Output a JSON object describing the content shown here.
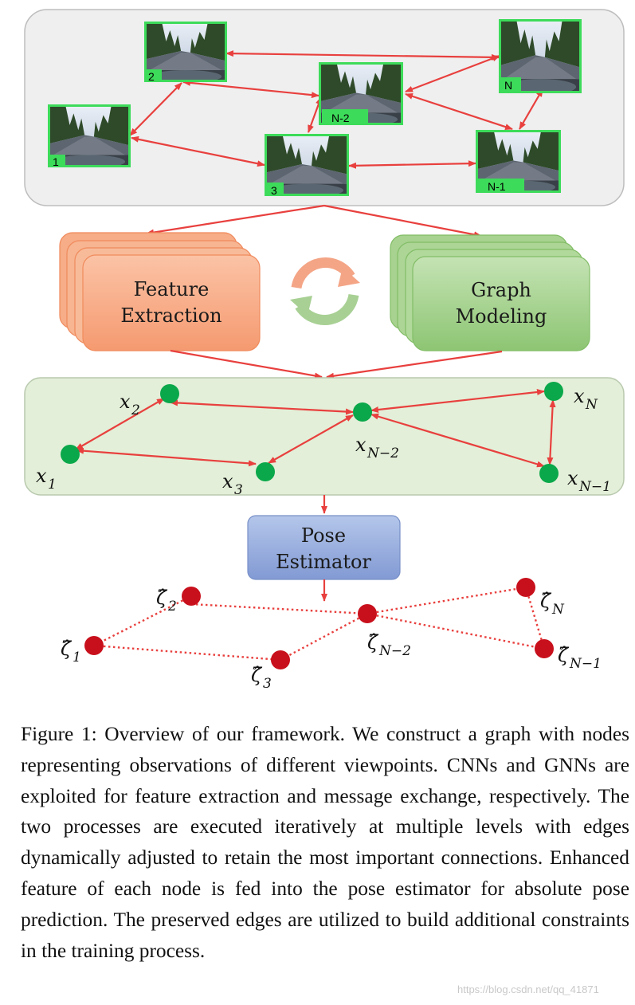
{
  "thumbnails": [
    {
      "id": "t2",
      "label": "2"
    },
    {
      "id": "t1",
      "label": "1"
    },
    {
      "id": "tN2",
      "label": "N-2"
    },
    {
      "id": "t3",
      "label": "3"
    },
    {
      "id": "tN",
      "label": "N"
    },
    {
      "id": "tN1",
      "label": "N-1"
    }
  ],
  "feature_extraction": {
    "line1": "Feature",
    "line2": "Extraction"
  },
  "graph_modeling": {
    "line1": "Graph",
    "line2": "Modeling"
  },
  "pose_estimator": {
    "line1": "Pose",
    "line2": "Estimator"
  },
  "feature_nodes": [
    {
      "base": "x",
      "sub": "2"
    },
    {
      "base": "x",
      "sub": "1"
    },
    {
      "base": "x",
      "sub": "3"
    },
    {
      "base": "x",
      "sub": "N−2"
    },
    {
      "base": "x",
      "sub": "N"
    },
    {
      "base": "x",
      "sub": "N−1"
    }
  ],
  "pose_nodes": [
    {
      "base": "ζ̂",
      "sub": "2"
    },
    {
      "base": "ζ̂",
      "sub": "1"
    },
    {
      "base": "ζ̂",
      "sub": "3"
    },
    {
      "base": "ζ̂",
      "sub": "N−2"
    },
    {
      "base": "ζ̂",
      "sub": "N"
    },
    {
      "base": "ζ̂",
      "sub": "N−1"
    }
  ],
  "caption": "Figure 1: Overview of our framework. We construct a graph with nodes representing observations of different viewpoints. CNNs and GNNs are exploited for feature extraction and message exchange, respectively. The two processes are executed iteratively at multiple levels with edges dynamically adjusted to retain the most important connections. Enhanced feature of each node is fed into the pose estimator for absolute pose prediction. The preserved edges are utilized to build additional constraints in the training process.",
  "watermark": "https://blog.csdn.net/qq_41871",
  "colors": {
    "arrow": "#e8403e",
    "node_green": "#0aa84a",
    "node_red": "#c8101c",
    "thumb_border": "#3ddb5a",
    "feature_box": "#f7a07a",
    "graph_box": "#96cc7e",
    "pose_box": "#8fa6d8"
  }
}
